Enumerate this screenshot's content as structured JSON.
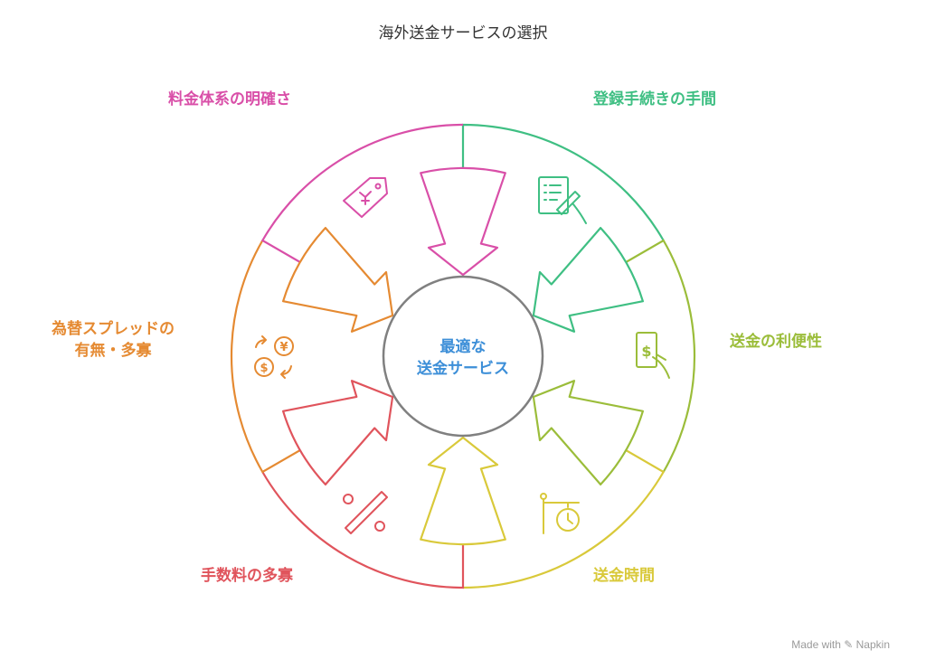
{
  "title": "海外送金サービスの選択",
  "center": {
    "line1": "最適な",
    "line2": "送金サービス"
  },
  "segments": [
    {
      "label": "登録手続きの手間",
      "color": "#3fbf83",
      "icon": "form-signature-icon"
    },
    {
      "label": "送金の利便性",
      "color": "#9bbd3a",
      "icon": "cash-in-hand-icon"
    },
    {
      "label": "送金時間",
      "color": "#d9c93a",
      "icon": "clock-sign-icon"
    },
    {
      "label": "手数料の多寡",
      "color": "#e0545c",
      "icon": "percent-icon"
    },
    {
      "label": "為替スプレッドの有無・多寡",
      "line1": "為替スプレッドの",
      "line2": "有無・多寡",
      "color": "#e58a32",
      "icon": "currency-exchange-icon"
    },
    {
      "label": "料金体系の明確さ",
      "color": "#d94fa8",
      "icon": "yen-price-tag-icon"
    }
  ],
  "center_color": "#808080",
  "watermark": "Made with ✎ Napkin"
}
